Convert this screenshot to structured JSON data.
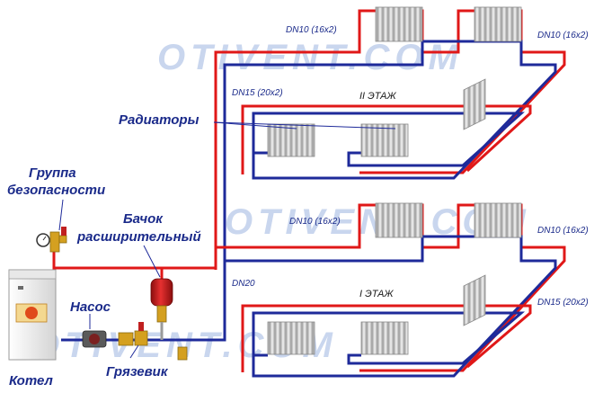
{
  "watermarks": [
    "OTIVENT.COM",
    "OTIVENT.COM",
    "OTIVENT.COM"
  ],
  "labels": {
    "radiators": "Радиаторы",
    "safety_group_line1": "Группа",
    "safety_group_line2": "безопасности",
    "expansion_tank_line1": "Бачок",
    "expansion_tank_line2": "расширительный",
    "pump": "Насос",
    "boiler": "Котел",
    "mud_trap": "Грязевик"
  },
  "floors": {
    "second": "II ЭТАЖ",
    "first": "I ЭТАЖ"
  },
  "pipe_sizes": {
    "floor2_top_left": "DN10 (16x2)",
    "floor2_top_right": "DN10 (16x2)",
    "floor2_main": "DN15 (20x2)",
    "floor1_top_left": "DN10 (16x2)",
    "floor1_top_right": "DN10 (16x2)",
    "floor1_main": "DN15 (20x2)",
    "riser": "DN20"
  },
  "colors": {
    "supply": "#e01818",
    "return": "#1e2a9a",
    "radiator": "#d8d8d8",
    "boiler": "#f2f2f2",
    "tank": "#d81e1e"
  }
}
